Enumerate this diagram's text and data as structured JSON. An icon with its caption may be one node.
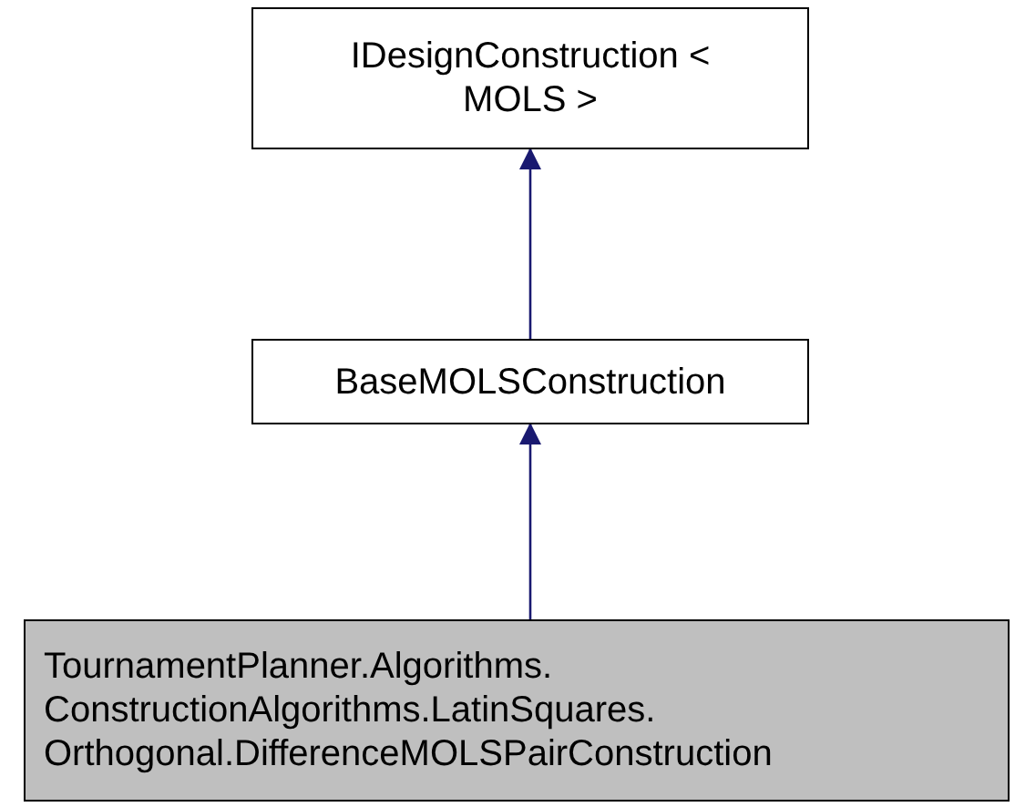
{
  "diagram": {
    "nodes": [
      {
        "text": [
          "IDesignConstruction < MOLS >"
        ]
      },
      {
        "text": [
          "BaseMOLSConstruction"
        ]
      },
      {
        "text": [
          "TournamentPlanner.Algorithms. ConstructionAlgorithms.LatinSquares. Orthogonal.DifferenceMOLSPairConstruction"
        ]
      }
    ],
    "edges": [
      {
        "from": 2,
        "to": 1,
        "arrow": "to"
      },
      {
        "from": 1,
        "to": 0,
        "arrow": "to"
      }
    ]
  }
}
